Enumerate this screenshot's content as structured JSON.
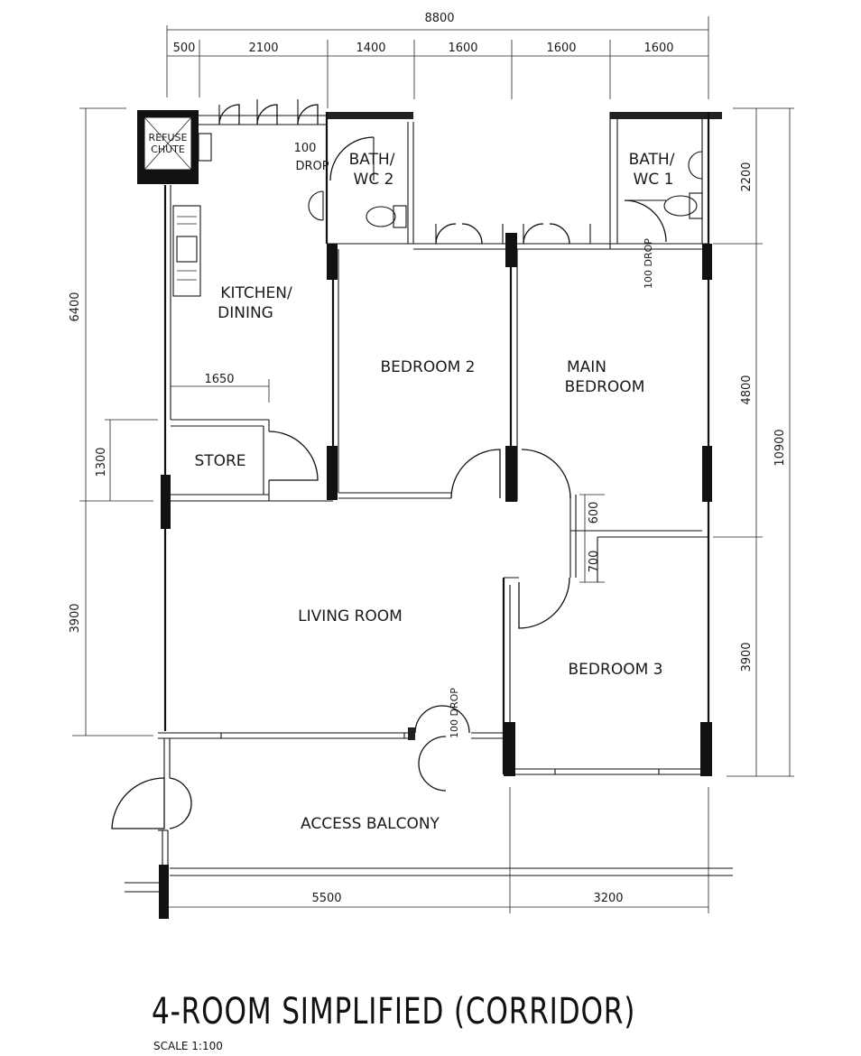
{
  "title": "4-ROOM SIMPLIFIED (CORRIDOR)",
  "scale": "SCALE   1:100",
  "rooms": {
    "refuse": "REFUSE",
    "chute": "CHUTE",
    "bath2_a": "BATH/",
    "bath2_b": "WC 2",
    "bath1_a": "BATH/",
    "bath1_b": "WC 1",
    "kitchen_a": "KITCHEN/",
    "kitchen_b": "DINING",
    "bedroom2": "BEDROOM 2",
    "main_a": "MAIN",
    "main_b": "BEDROOM",
    "store": "STORE",
    "living": "LIVING ROOM",
    "bedroom3": "BEDROOM 3",
    "balcony": "ACCESS BALCONY"
  },
  "notes": {
    "drop_bath2_a": "100",
    "drop_bath2_b": "DROP",
    "drop_bath1": "100 DROP",
    "drop_living": "100 DROP"
  },
  "dims": {
    "top_total": "8800",
    "top_1": "500",
    "top_2": "2100",
    "top_3": "1400",
    "top_4": "1600",
    "top_5": "1600",
    "top_6": "1600",
    "left_1": "6400",
    "left_2": "1300",
    "left_3": "3900",
    "right_1": "2200",
    "right_2": "4800",
    "right_3": "3900",
    "right_total": "10900",
    "store_width": "1650",
    "inner_1": "600",
    "inner_2": "700",
    "bottom_1": "5500",
    "bottom_2": "3200"
  }
}
